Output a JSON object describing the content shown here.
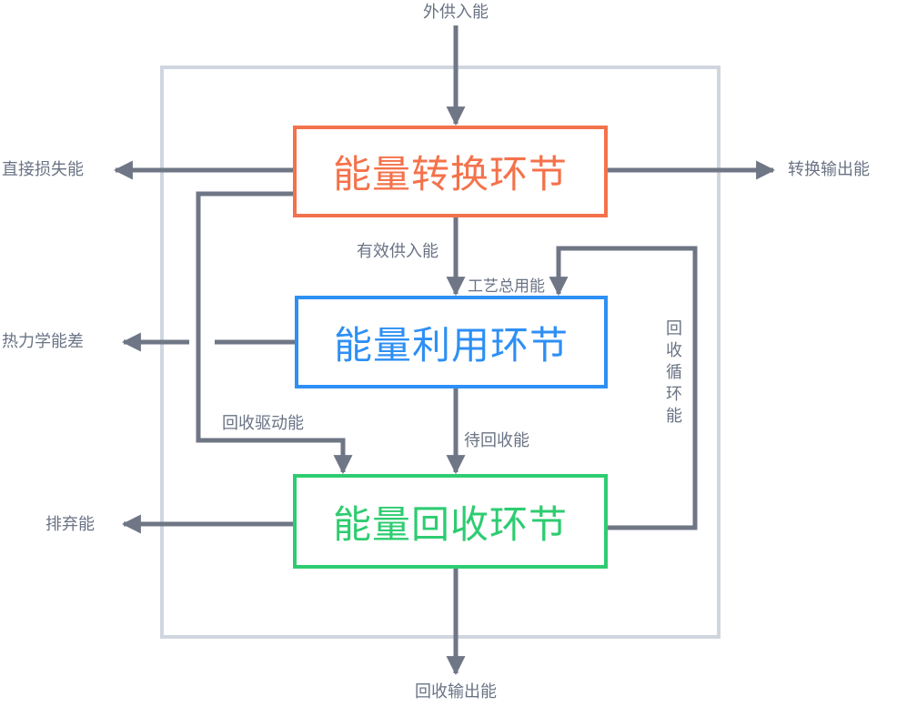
{
  "colors": {
    "conversion": "#f4724b",
    "utilization": "#2e8ff4",
    "recovery": "#2ecc71",
    "arrow": "#6f7685",
    "frame": "#cfd6df",
    "label": "#6a7384"
  },
  "boxes": {
    "conversion": "能量转换环节",
    "utilization": "能量利用环节",
    "recovery": "能量回收环节"
  },
  "labels": {
    "external_input": "外供入能",
    "direct_loss": "直接损失能",
    "conversion_output": "转换输出能",
    "effective_input": "有效供入能",
    "process_total": "工艺总用能",
    "thermo_difference": "热力学能差",
    "recycle_loop": "回收循环能",
    "recovery_drive": "回收驱动能",
    "pending_recovery": "待回收能",
    "discarded": "排弃能",
    "recovery_output": "回收输出能"
  }
}
